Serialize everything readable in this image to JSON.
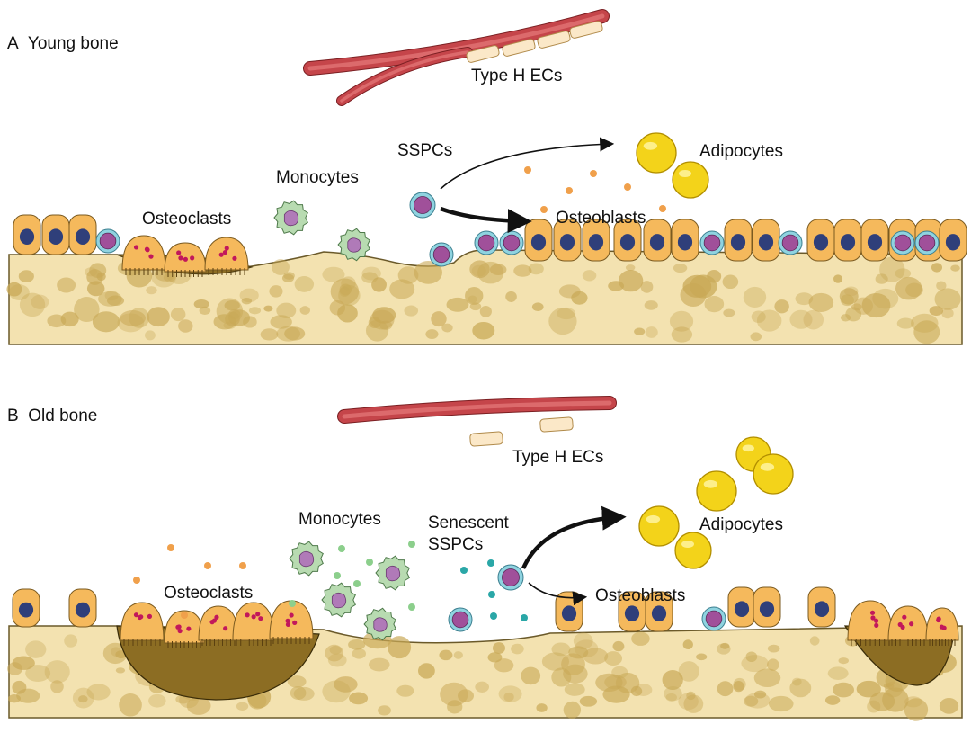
{
  "panels": {
    "a": {
      "letter": "A",
      "title": "Young bone",
      "labels": {
        "endothelial": "Type H ECs",
        "sspc": "SSPCs",
        "adipocytes": "Adipocytes",
        "monocytes": "Monocytes",
        "osteoclasts": "Osteoclasts",
        "osteoblasts": "Osteoblasts"
      }
    },
    "b": {
      "letter": "B",
      "title": "Old bone",
      "labels": {
        "endothelial": "Type H ECs",
        "sspc_line1": "Senescent",
        "sspc_line2": "SSPCs",
        "adipocytes": "Adipocytes",
        "monocytes": "Monocytes",
        "osteoclasts": "Osteoclasts",
        "osteoblasts": "Osteoblasts"
      }
    }
  },
  "colors": {
    "bone": "#f3e2b0",
    "bone_pore": "#c9a957",
    "resorption_pit": "#8c6d23",
    "osteoblast": "#f5b95c",
    "nucleus": "#2f3f7a",
    "sspc_ring": "#8fd3e0",
    "sspc_core": "#a0509a",
    "adipocyte": "#f3d31a",
    "vessel": "#c5454a",
    "monocyte": "#b8dbb1",
    "monocyte_nucleus": "#b07ab8",
    "osteoclast_granule": "#c2185b",
    "factor_orange": "#f0a04b",
    "factor_green": "#8ccf8c",
    "factor_teal": "#2aa7a7"
  }
}
